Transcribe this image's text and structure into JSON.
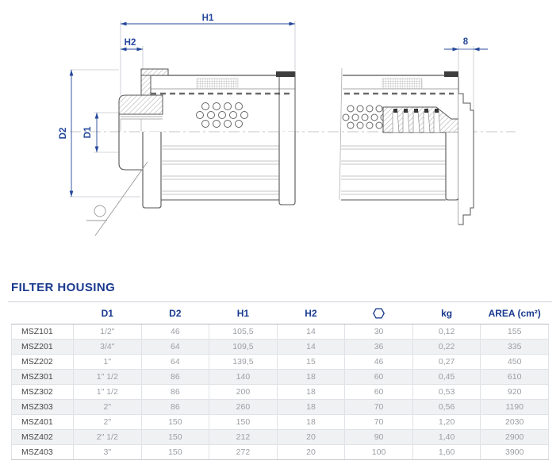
{
  "diagram": {
    "labels": {
      "h1": "H1",
      "h2": "H2",
      "d1": "D1",
      "d2": "D2",
      "end_cap": "8"
    },
    "colors": {
      "dimension_blue": "#24479b",
      "part_line": "#555555",
      "centerline": "#c4c4c4"
    }
  },
  "table": {
    "title": "FILTER HOUSING",
    "columns": {
      "model": "",
      "d1": "D1",
      "d2": "D2",
      "h1": "H1",
      "h2": "H2",
      "hex": "hex-symbol",
      "kg": "kg",
      "area": "AREA (cm²)"
    },
    "rows": [
      {
        "model": "MSZ101",
        "d1": "1/2\"",
        "d2": "46",
        "h1": "105,5",
        "h2": "14",
        "hex": "30",
        "kg": "0,12",
        "area": "155"
      },
      {
        "model": "MSZ201",
        "d1": "3/4\"",
        "d2": "64",
        "h1": "109,5",
        "h2": "14",
        "hex": "36",
        "kg": "0,22",
        "area": "335"
      },
      {
        "model": "MSZ202",
        "d1": "1\"",
        "d2": "64",
        "h1": "139,5",
        "h2": "15",
        "hex": "46",
        "kg": "0,27",
        "area": "450"
      },
      {
        "model": "MSZ301",
        "d1": "1\" 1/2",
        "d2": "86",
        "h1": "140",
        "h2": "18",
        "hex": "60",
        "kg": "0,45",
        "area": "610"
      },
      {
        "model": "MSZ302",
        "d1": "1\" 1/2",
        "d2": "86",
        "h1": "200",
        "h2": "18",
        "hex": "60",
        "kg": "0,53",
        "area": "920"
      },
      {
        "model": "MSZ303",
        "d1": "2\"",
        "d2": "86",
        "h1": "260",
        "h2": "18",
        "hex": "70",
        "kg": "0,56",
        "area": "1190"
      },
      {
        "model": "MSZ401",
        "d1": "2\"",
        "d2": "150",
        "h1": "150",
        "h2": "18",
        "hex": "70",
        "kg": "1,20",
        "area": "2030"
      },
      {
        "model": "MSZ402",
        "d1": "2\" 1/2",
        "d2": "150",
        "h1": "212",
        "h2": "20",
        "hex": "90",
        "kg": "1,40",
        "area": "2900"
      },
      {
        "model": "MSZ403",
        "d1": "3\"",
        "d2": "150",
        "h1": "272",
        "h2": "20",
        "hex": "100",
        "kg": "1,60",
        "area": "3900"
      }
    ]
  }
}
